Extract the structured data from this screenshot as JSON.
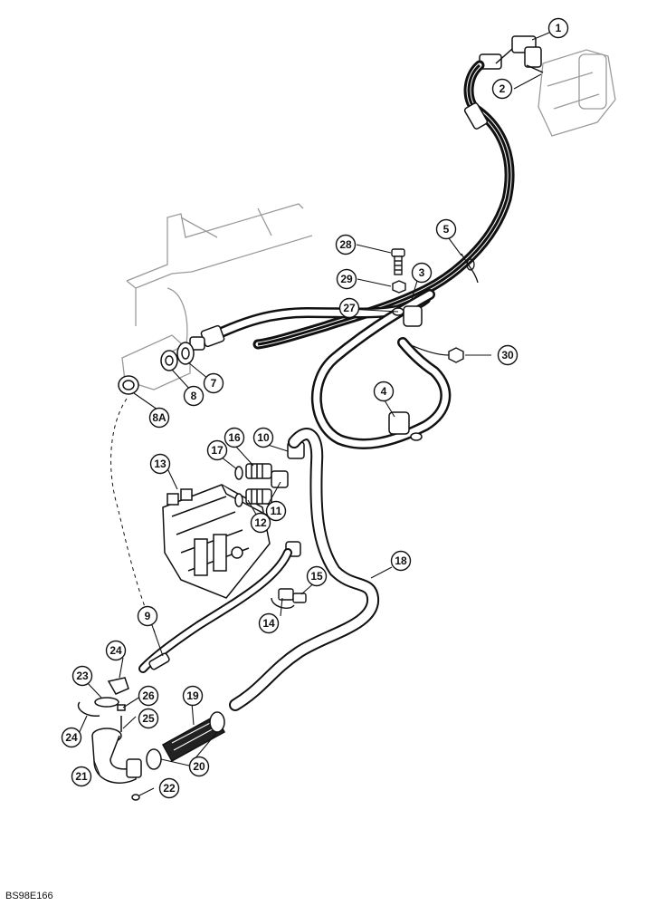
{
  "diagram": {
    "drawing_code": "BS98E166",
    "callouts": [
      {
        "id": "c1",
        "label": "1"
      },
      {
        "id": "c2",
        "label": "2"
      },
      {
        "id": "c3",
        "label": "3"
      },
      {
        "id": "c4",
        "label": "4"
      },
      {
        "id": "c5",
        "label": "5"
      },
      {
        "id": "c7",
        "label": "7"
      },
      {
        "id": "c8",
        "label": "8"
      },
      {
        "id": "c8a",
        "label": "8A"
      },
      {
        "id": "c9",
        "label": "9"
      },
      {
        "id": "c10",
        "label": "10"
      },
      {
        "id": "c11",
        "label": "11"
      },
      {
        "id": "c12",
        "label": "12"
      },
      {
        "id": "c13",
        "label": "13"
      },
      {
        "id": "c14",
        "label": "14"
      },
      {
        "id": "c15",
        "label": "15"
      },
      {
        "id": "c16",
        "label": "16"
      },
      {
        "id": "c17",
        "label": "17"
      },
      {
        "id": "c18",
        "label": "18"
      },
      {
        "id": "c19",
        "label": "19"
      },
      {
        "id": "c20",
        "label": "20"
      },
      {
        "id": "c21",
        "label": "21"
      },
      {
        "id": "c22",
        "label": "22"
      },
      {
        "id": "c23",
        "label": "23"
      },
      {
        "id": "c24a",
        "label": "24"
      },
      {
        "id": "c24b",
        "label": "24"
      },
      {
        "id": "c25",
        "label": "25"
      },
      {
        "id": "c26",
        "label": "26"
      },
      {
        "id": "c27",
        "label": "27"
      },
      {
        "id": "c28",
        "label": "28"
      },
      {
        "id": "c29",
        "label": "29"
      },
      {
        "id": "c30",
        "label": "30"
      }
    ]
  }
}
